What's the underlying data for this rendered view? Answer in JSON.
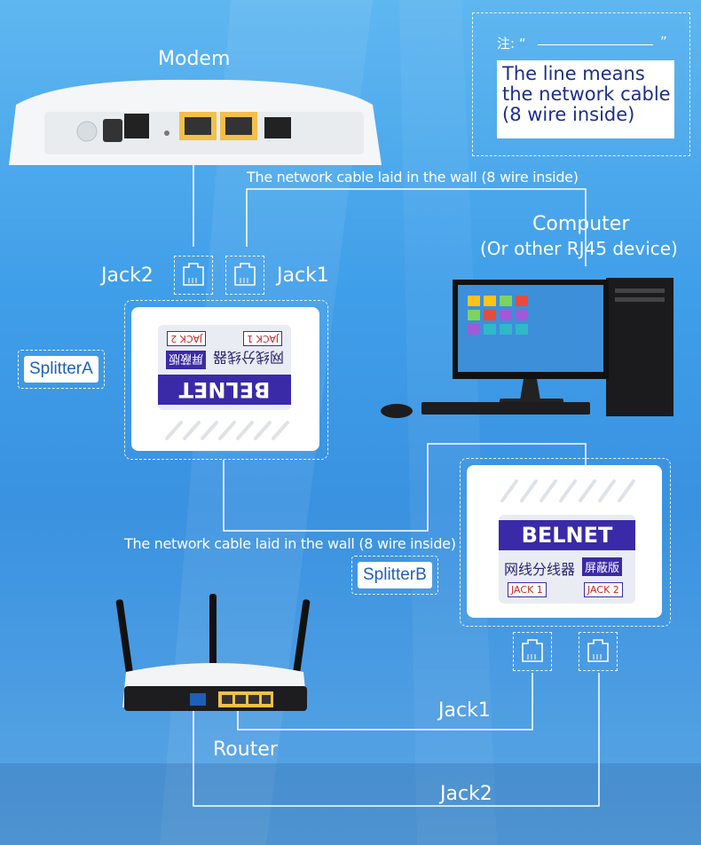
{
  "note": {
    "prefix": "注: “",
    "suffix": "”",
    "text": "The line means the network cable (8 wire inside)"
  },
  "labels": {
    "modem": "Modem",
    "computer": "Computer",
    "computer_sub": "(Or other RJ45 device)",
    "jack2_a": "Jack2",
    "jack1_a": "Jack1",
    "splitter_a": "SplitterA",
    "splitter_b": "SplitterB",
    "jack1_b": "Jack1",
    "router": "Router",
    "jack2_b": "Jack2"
  },
  "cables": {
    "top": "The network cable laid in the wall (8 wire inside)",
    "middle": "The network cable laid in the wall (8 wire inside)"
  },
  "splitter_box": {
    "brand": "BELNET",
    "subtitle": "网线分线器",
    "shield": "屏蔽版",
    "jack1": "JACK 1",
    "jack2": "JACK 2"
  },
  "colors": {
    "brand_purple": "#3b2aa8",
    "label_blue": "#1f5fb8",
    "cable_line": "#ffffff"
  }
}
